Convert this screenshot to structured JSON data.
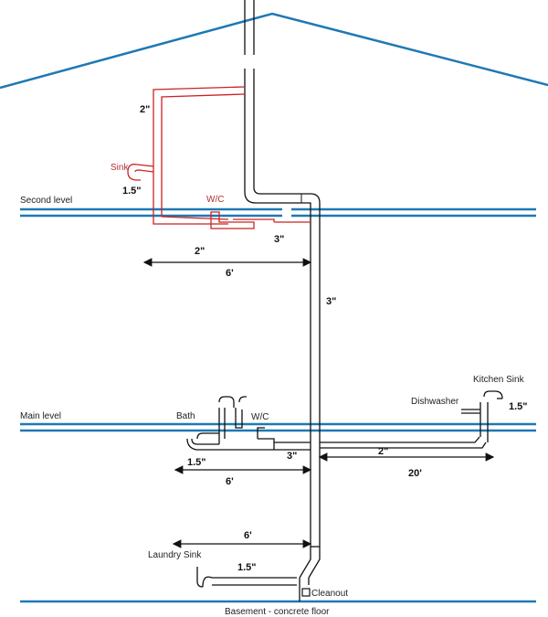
{
  "levels": {
    "second": "Second level",
    "main": "Main level",
    "basement": "Basement - concrete floor"
  },
  "fixtures": {
    "sink_upper": "Sink",
    "wc_upper": "W/C",
    "bath": "Bath",
    "wc_main": "W/C",
    "dishwasher": "Dishwasher",
    "kitchen_sink": "Kitchen Sink",
    "laundry_sink": "Laundry Sink",
    "cleanout": "Cleanout"
  },
  "dimensions": {
    "upper_vent": "2\"",
    "upper_sink_branch": "1.5\"",
    "upper_wc_branch": "3\"",
    "upper_drain": "2\"",
    "upper_run": "6'",
    "stack": "3\"",
    "bath_branch": "1.5\"",
    "main_wc_branch": "3\"",
    "main_run": "6'",
    "kitchen_drain": "2\"",
    "kitchen_run": "20'",
    "kitchen_branch": "1.5\"",
    "basement_run": "6'",
    "laundry_branch": "1.5\""
  },
  "colors": {
    "floor_line": "#1f78b4",
    "roof_line": "#1f78b4",
    "pipe": "#111111",
    "upper_pipe": "#cc2222"
  }
}
